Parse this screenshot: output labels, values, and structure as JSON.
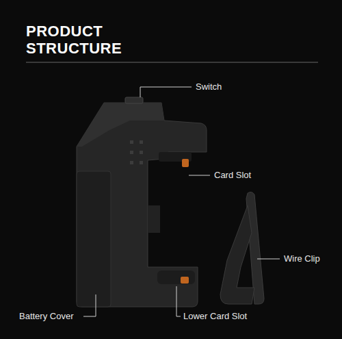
{
  "diagram": {
    "title": "PRODUCT STRUCTURE",
    "labels": [
      "Switch",
      "Card Slot",
      "Wire Clip",
      "Battery Cover",
      "Lower Card Slot"
    ]
  }
}
